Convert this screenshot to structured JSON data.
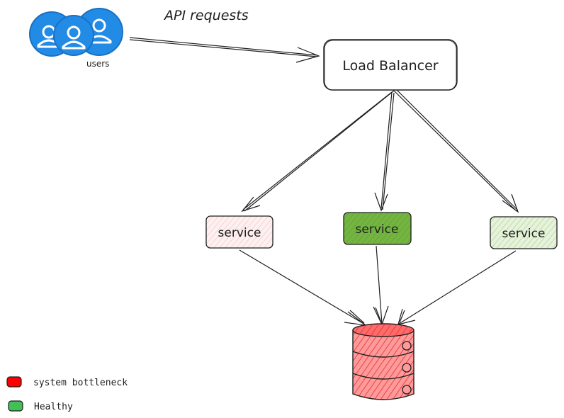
{
  "users": {
    "label": "users"
  },
  "edge_label": "API requests",
  "load_balancer": {
    "label": "Load Balancer"
  },
  "services": [
    {
      "label": "service",
      "status": "bottleneck"
    },
    {
      "label": "service",
      "status": "healthy"
    },
    {
      "label": "service",
      "status": "healthy-light"
    }
  ],
  "legend": [
    {
      "label": "system bottleneck",
      "color": "#e03131"
    },
    {
      "label": "Healthy",
      "color": "#40c057"
    }
  ],
  "colors": {
    "user_icon": "#1971c2",
    "user_fill": "#228be6",
    "service_green": "#74b542",
    "service_light_green": "#dbeccd",
    "service_pink": "#fde8e8",
    "database": "#e03131",
    "database_fill": "#ff8787",
    "stroke": "#1e1e1e"
  }
}
